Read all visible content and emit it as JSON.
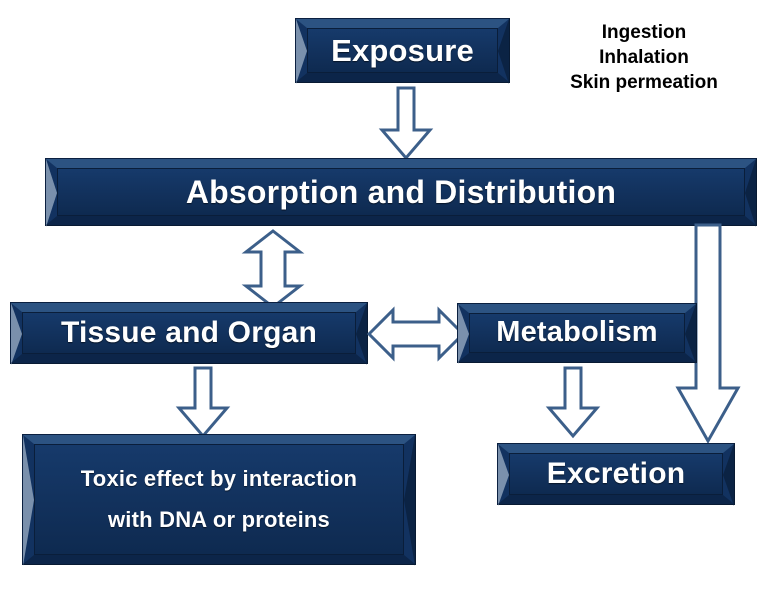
{
  "diagram": {
    "title": "Toxicokinetics flowchart",
    "background_color": "#ffffff",
    "node_fill_color": "#123260",
    "node_text_color": "#ffffff",
    "arrow_fill_color": "#ffffff",
    "arrow_outline_color": "#3c5f8a",
    "caption_text_color": "#000000"
  },
  "nodes": {
    "exposure": {
      "label": "Exposure"
    },
    "absorption": {
      "label": "Absorption  and  Distribution"
    },
    "tissue": {
      "label": "Tissue and Organ"
    },
    "metabolism": {
      "label": "Metabolism"
    },
    "toxic_effect": {
      "label": "Toxic effect by interaction\nwith DNA or proteins"
    },
    "excretion": {
      "label": "Excretion"
    }
  },
  "captions": {
    "routes_of_entry": "Ingestion\nInhalation\nSkin permeation"
  },
  "arrows": [
    {
      "name": "exposure-to-absorption",
      "direction": "down"
    },
    {
      "name": "absorption-to-tissue",
      "direction": "up-down"
    },
    {
      "name": "tissue-to-metabolism",
      "direction": "left-right"
    },
    {
      "name": "tissue-to-toxic-effect",
      "direction": "down"
    },
    {
      "name": "metabolism-to-excretion",
      "direction": "down"
    },
    {
      "name": "absorption-to-excretion",
      "direction": "down"
    }
  ]
}
